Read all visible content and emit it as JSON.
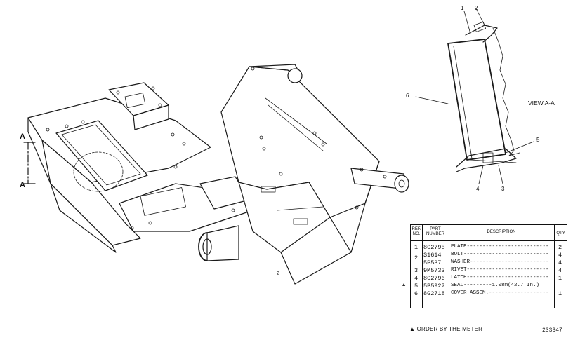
{
  "section_marker": {
    "letter_top": "A",
    "letter_bottom": "A"
  },
  "view_label": "VIEW A-A",
  "callouts": [
    "1",
    "2",
    "3",
    "4",
    "5",
    "6"
  ],
  "frame_label": "2",
  "table": {
    "headers": {
      "ref": "REF. NO.",
      "part": "PART NUMBER",
      "desc": "DESCRIPTION",
      "qty": "QTY."
    },
    "rows": [
      {
        "ref": "1",
        "part": "8G2795",
        "desc": "PLATE--------------------------",
        "qty": "2"
      },
      {
        "ref": "2",
        "part": "S1614",
        "desc": "BOLT---------------------------",
        "qty": "4"
      },
      {
        "ref": "",
        "part": "5P537",
        "desc": "WASHER-------------------------",
        "qty": "4"
      },
      {
        "ref": "3",
        "part": "9M5733",
        "desc": "RIVET--------------------------",
        "qty": "4"
      },
      {
        "ref": "4",
        "part": "8G2796",
        "desc": "LATCH--------------------------",
        "qty": "1"
      },
      {
        "ref": "5",
        "part": "5P5927",
        "desc": "SEAL---------1.08m(42.7 In.)",
        "qty": ""
      },
      {
        "ref": "6",
        "part": "8G2718",
        "desc": "COVER ASSEM.-------------------",
        "qty": "1"
      }
    ]
  },
  "footnote": "ORDER BY THE METER",
  "part_ref": "233347"
}
